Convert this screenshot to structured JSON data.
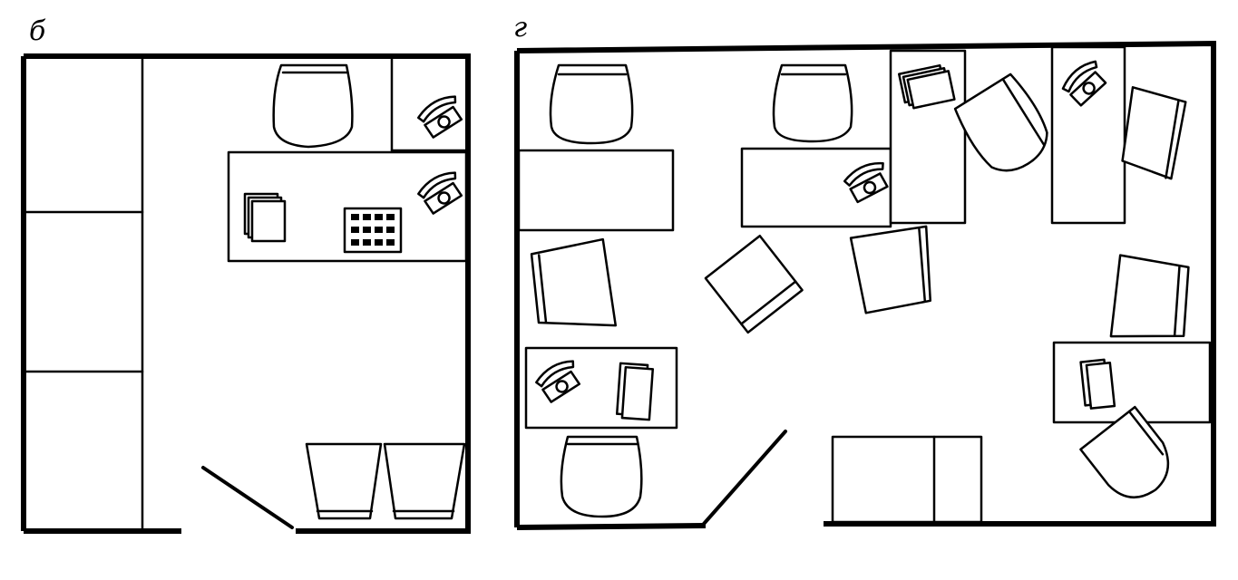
{
  "plans": [
    {
      "id": "b",
      "label": "б"
    },
    {
      "id": "g",
      "label": "г"
    }
  ]
}
